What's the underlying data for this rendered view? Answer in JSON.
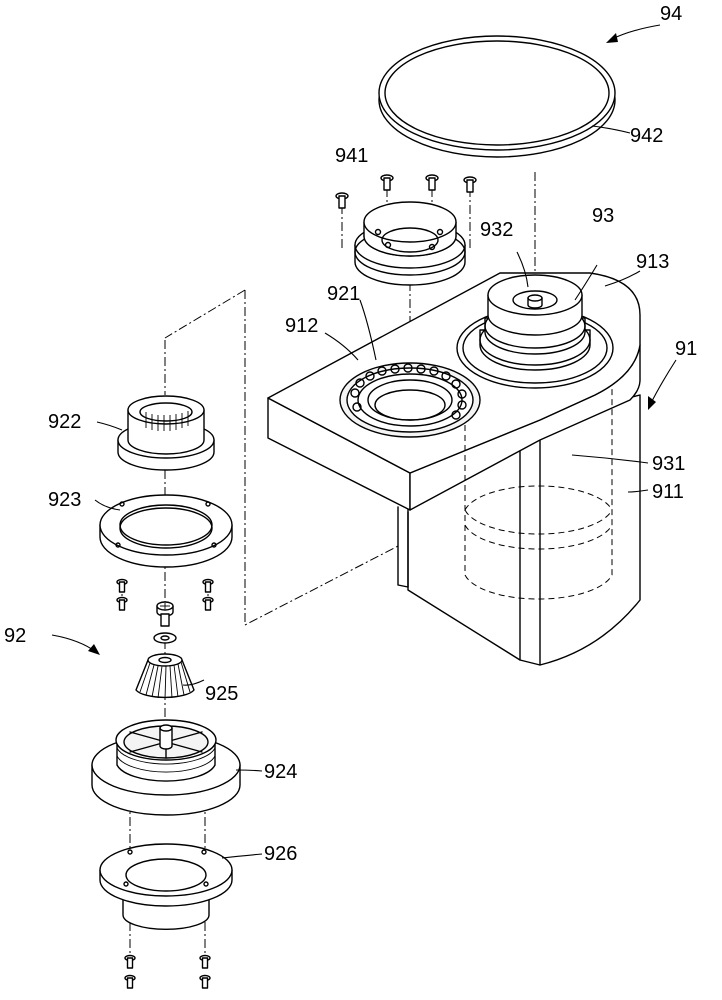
{
  "labels": {
    "l94": "94",
    "l942": "942",
    "l941": "941",
    "l932": "932",
    "l93": "93",
    "l913": "913",
    "l921": "921",
    "l912": "912",
    "l91": "91",
    "l931": "931",
    "l911": "911",
    "l922": "922",
    "l923": "923",
    "l92": "92",
    "l925": "925",
    "l924": "924",
    "l926": "926"
  }
}
